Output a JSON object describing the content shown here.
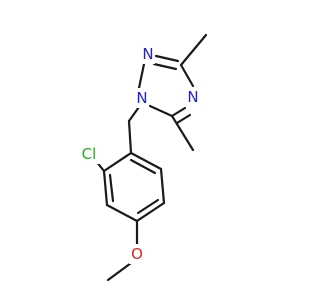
{
  "molecule": {
    "atoms": [
      {
        "id": "n_left",
        "text": "N",
        "color": "#2222cc"
      },
      {
        "id": "n_top",
        "text": "N",
        "color": "#2222cc"
      },
      {
        "id": "n_right",
        "text": "N",
        "color": "#2222cc"
      },
      {
        "id": "cl",
        "text": "Cl",
        "color": "#22aa22"
      },
      {
        "id": "o",
        "text": "O",
        "color": "#dd2222"
      }
    ]
  }
}
